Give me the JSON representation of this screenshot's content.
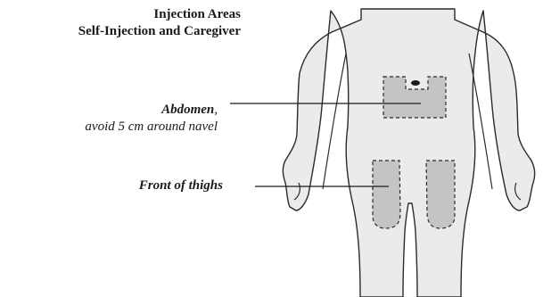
{
  "title": {
    "line1": "Injection Areas",
    "line2": "Self-Injection and Caregiver"
  },
  "areas": {
    "abdomen": {
      "name": "Abdomen",
      "suffix": ",",
      "note": "avoid 5 cm around navel"
    },
    "thighs": {
      "name": "Front of thighs"
    }
  },
  "colors": {
    "body_fill": "#ebebeb",
    "body_outline": "#2b2b2b",
    "zone_fill": "#c4c4c4",
    "leader_line": "#1a1a1a"
  }
}
